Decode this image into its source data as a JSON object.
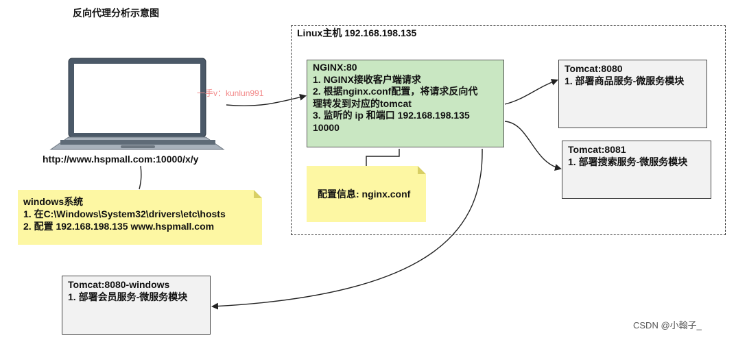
{
  "title": "反向代理分析示意图",
  "linux_host": {
    "label": "Linux主机 192.168.198.135"
  },
  "nginx": {
    "header": "NGINX:80",
    "lines": [
      "1. NGINX接收客户端请求",
      "2. 根据nginx.conf配置，将请求反向代",
      "理转发到对应的tomcat",
      "3. 监听的 ip 和端口 192.168.198.135",
      "10000"
    ]
  },
  "tomcat_8080": {
    "header": "Tomcat:8080",
    "line": "1. 部署商品服务-微服务模块"
  },
  "tomcat_8081": {
    "header": "Tomcat:8081",
    "line": "1. 部署搜索服务-微服务模块"
  },
  "tomcat_windows": {
    "header": "Tomcat:8080-windows",
    "line": "1. 部署会员服务-微服务模块"
  },
  "client": {
    "url": "http://www.hspmall.com:10000/x/y"
  },
  "windows_note": {
    "header": "windows系统",
    "lines": [
      "1. 在C:\\Windows\\System32\\drivers\\etc\\hosts",
      "2. 配置 192.168.198.135 www.hspmall.com"
    ]
  },
  "config_note": {
    "text": "配置信息: nginx.conf"
  },
  "watermark": "一手v：kunlun991",
  "csdn_watermark": "CSDN @小翰子_"
}
